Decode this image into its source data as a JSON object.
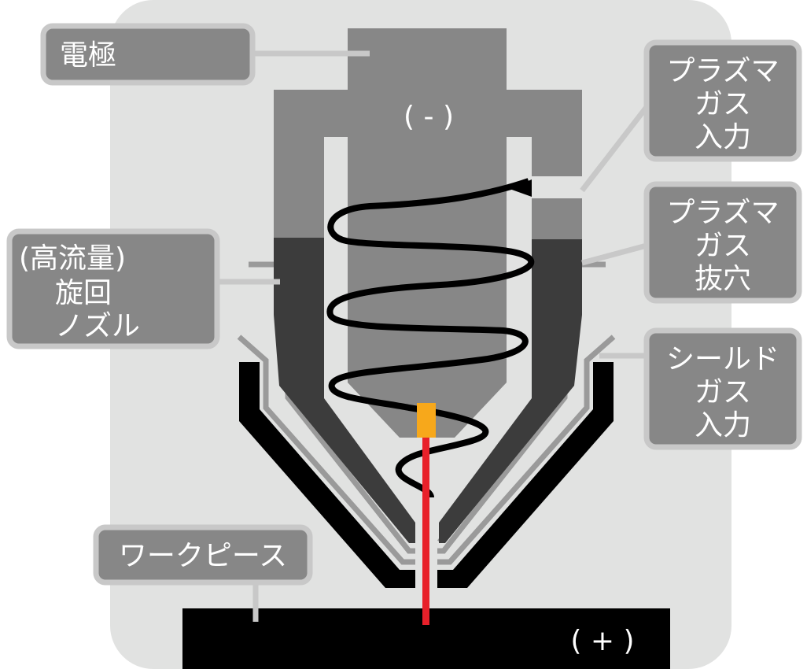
{
  "diagram": {
    "title": "",
    "labels": {
      "electrode": "電極",
      "swirl_nozzle": [
        "(高流量)",
        "旋回",
        "ノズル"
      ],
      "plasma_gas_in": [
        "プラズマ",
        "ガス",
        "入力"
      ],
      "plasma_gas_vent": [
        "プラズマ",
        "ガス",
        "抜穴"
      ],
      "shield_gas_in": [
        "シールド",
        "ガス",
        "入力"
      ],
      "workpiece": "ワークピース",
      "negative": "( - )",
      "positive": "( + )"
    },
    "colors": {
      "background_panel": "#e1e2e1",
      "electrode": "#878787",
      "nozzle": "#3c3c3c",
      "swirl": "#000000",
      "shield": "#000000",
      "gas_lines": "#9a9a9a",
      "arc": "#e8202a",
      "arc_tip": "#f7a81b",
      "label_box": "#878787",
      "label_border": "#c8c8c8",
      "workpiece": "#000000"
    }
  }
}
